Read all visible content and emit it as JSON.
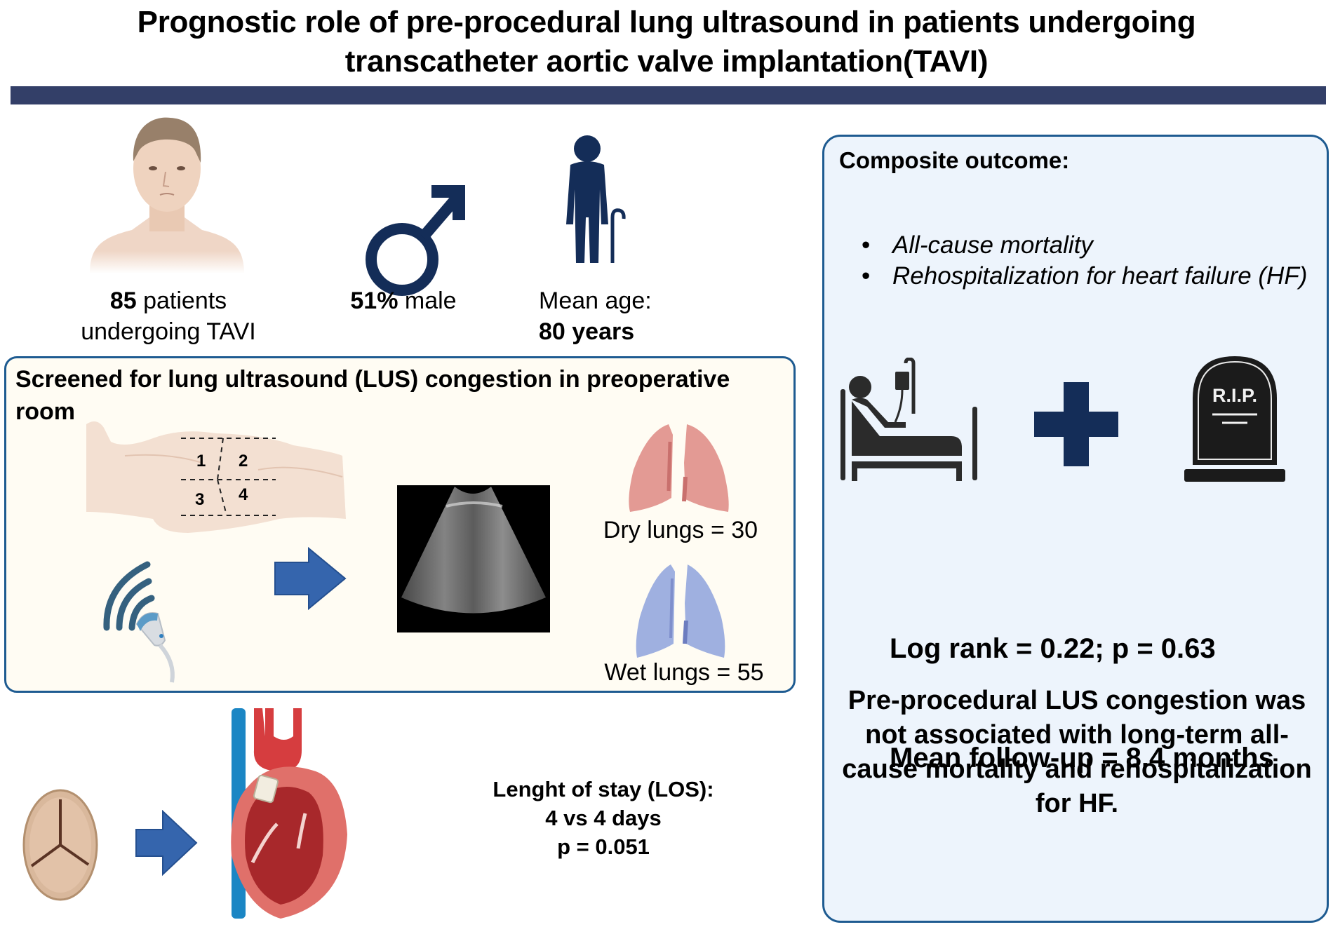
{
  "header": {
    "title_line1": "Prognostic role of pre-procedural lung ultrasound in patients undergoing",
    "title_line2": "transcatheter aortic valve implantation(TAVI)",
    "bar_color": "#333f68"
  },
  "demographics": {
    "patients": {
      "value": "85",
      "text": " patients",
      "line2": "undergoing TAVI",
      "icon": "elderly-man-portrait-icon"
    },
    "sex": {
      "value": "51%",
      "text": " male",
      "icon": "male-symbol-icon"
    },
    "age": {
      "label": "Mean age:",
      "value": "80 years",
      "icon": "elderly-person-with-cane-icon"
    }
  },
  "lus_panel": {
    "title": "Screened for lung ultrasound (LUS) congestion in preoperative room",
    "zones": [
      "1",
      "2",
      "3",
      "4"
    ],
    "dry": {
      "label": "Dry lungs = 30",
      "count": 30,
      "color": "#e39a94"
    },
    "wet": {
      "label": "Wet lungs = 55",
      "count": 55,
      "color": "#9fb0e0"
    },
    "border_color": "#1e5b91",
    "background": "#fffcf3"
  },
  "los": {
    "line1": "Lenght of stay (LOS):",
    "line2": "4 vs 4 days",
    "line3": "p = 0.051"
  },
  "outcome_panel": {
    "title": "Composite outcome:",
    "items": [
      "All-cause mortality",
      "Rehospitalization for heart failure (HF)"
    ],
    "icons": [
      "hospital-bed-patient-icon",
      "plus-icon",
      "tombstone-rip-icon"
    ],
    "tombstone_text": "R.I.P.",
    "log_rank": "Log rank = 0.22; p = 0.63",
    "follow_up": "Mean follow-up = 8.4 months",
    "conclusion": "Pre-procedural LUS congestion was not associated with long-term all-cause mortality and rehospitalization for HF.",
    "background": "#edf4fc",
    "border_color": "#1e5b91"
  },
  "colors": {
    "navy_icon": "#142d58",
    "arrow_blue": "#3565ad",
    "dark_gray_icon": "#2b2b2b"
  }
}
